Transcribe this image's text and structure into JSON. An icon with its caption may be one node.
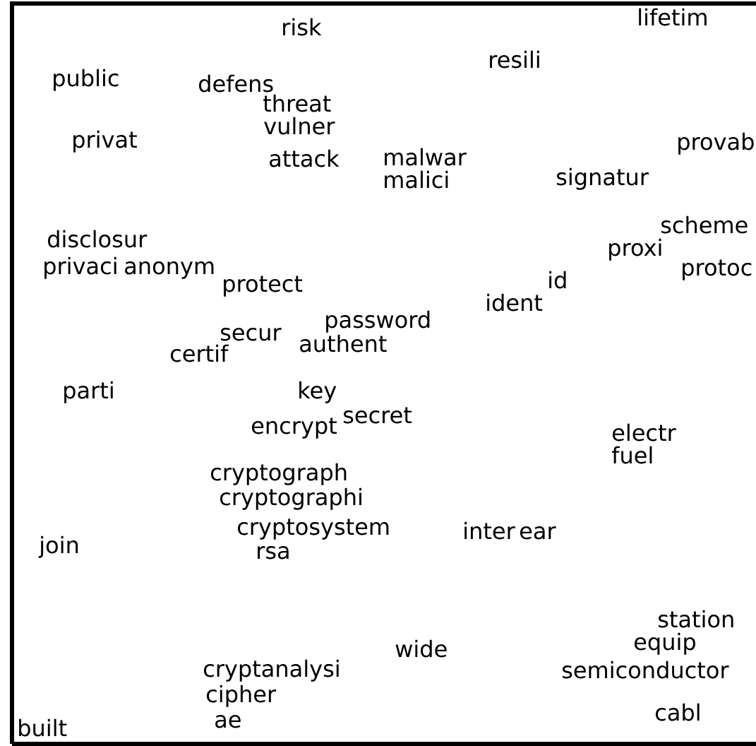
{
  "diagram": {
    "labels": [
      "lifetim",
      "risk",
      "resili",
      "public",
      "defens",
      "threat",
      "vulner",
      "privat",
      "provab",
      "attack",
      "malwar",
      "malici",
      "signatur",
      "scheme",
      "disclosur",
      "proxi",
      "privaci",
      "anonym",
      "protoc",
      "protect",
      "id",
      "ident",
      "password",
      "secur",
      "authent",
      "certif",
      "parti",
      "key",
      "secret",
      "encrypt",
      "electr",
      "fuel",
      "cryptograph",
      "cryptographi",
      "cryptosystem",
      "inter",
      "ear",
      "join",
      "rsa",
      "station",
      "wide",
      "equip",
      "cryptanalysi",
      "semiconductor",
      "cipher",
      "cabl",
      "ae",
      "built"
    ]
  }
}
